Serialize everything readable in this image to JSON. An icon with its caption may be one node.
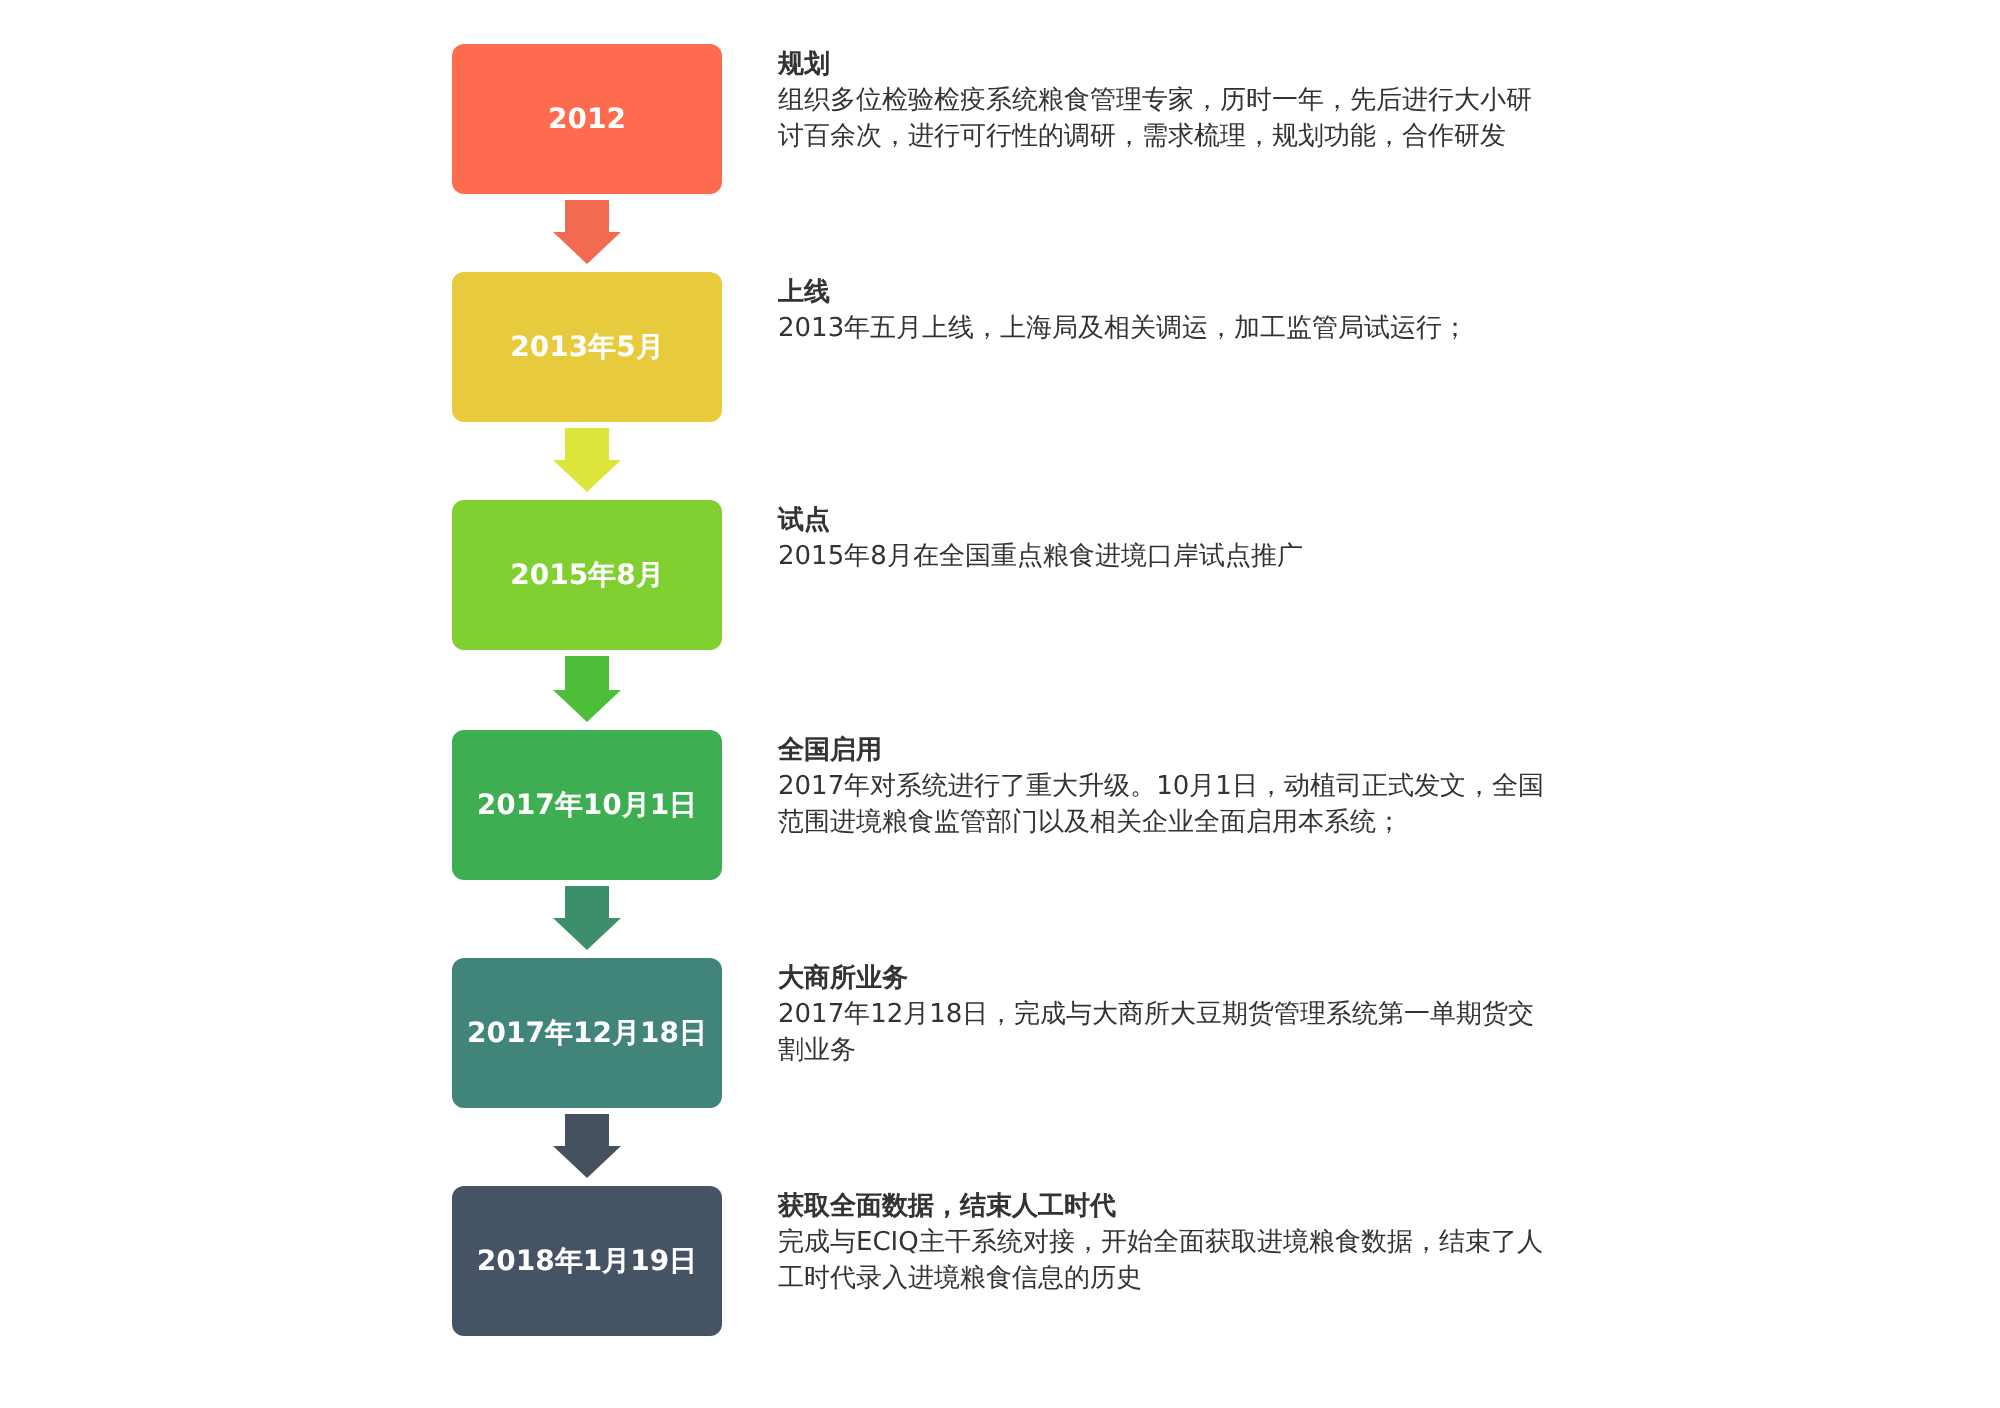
{
  "diagram": {
    "nodes": [
      {
        "text": [
          "2012"
        ],
        "beside": [
          "规划",
          "组织多位检验检疫系统粮食管理专家，历时一年，先后进行大小研讨百余次，进行可行性的调研，需求梳理，规划功能，合作研发"
        ]
      },
      {
        "text": [
          "2013年5月"
        ],
        "beside": [
          "上线",
          "2013年五月上线，上海局及相关调运，加工监管局试运行；"
        ]
      },
      {
        "text": [
          "2015年8月"
        ],
        "beside": [
          "试点",
          "2015年8月在全国重点粮食进境口岸试点推广"
        ]
      },
      {
        "text": [
          "2017年10月1日"
        ],
        "beside": [
          "全国启用",
          "2017年对系统进行了重大升级。10月1日，动植司正式发文，全国范围进境粮食监管部门以及相关企业全面启用本系统；"
        ]
      },
      {
        "text": [
          "2017年12月18日"
        ],
        "beside": [
          "大商所业务",
          "2017年12月18日，完成与大商所大豆期货管理系统第一单期货交割业务"
        ]
      },
      {
        "text": [
          "2018年1月19日"
        ],
        "beside": [
          "获取全面数据，结束人工时代",
          "完成与ECIQ主干系统对接，开始全面获取进境粮食数据，结束了人工时代录入进境粮食信息的历史"
        ]
      }
    ],
    "edges": [
      {
        "from": 0,
        "to": 1,
        "arrow": "to",
        "color": "#f26b50"
      },
      {
        "from": 1,
        "to": 2,
        "arrow": "to",
        "color": "#dce53a"
      },
      {
        "from": 2,
        "to": 3,
        "arrow": "to",
        "color": "#4cbe3a"
      },
      {
        "from": 3,
        "to": 4,
        "arrow": "to",
        "color": "#3d8f6c"
      },
      {
        "from": 4,
        "to": 5,
        "arrow": "to",
        "color": "#45515f"
      }
    ]
  }
}
